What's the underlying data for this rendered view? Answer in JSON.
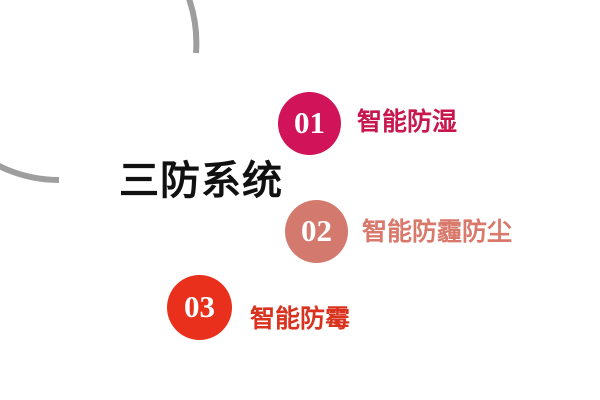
{
  "diagram": {
    "title": "三防系统",
    "background_color": "#ffffff",
    "arc_color": "#9e9e9e",
    "title_color": "#111111",
    "nodes": [
      {
        "number": "01",
        "label": "智能防湿",
        "circle_color": "#D1145A",
        "label_color": "#C8174E",
        "number_color": "#ffffff"
      },
      {
        "number": "02",
        "label": "智能防霾防尘",
        "circle_color": "#D4796E",
        "label_color": "#D9796C",
        "number_color": "#ffffff"
      },
      {
        "number": "03",
        "label": "智能防霉",
        "circle_color": "#E8301C",
        "label_color": "#D9321E",
        "number_color": "#ffffff"
      }
    ]
  }
}
